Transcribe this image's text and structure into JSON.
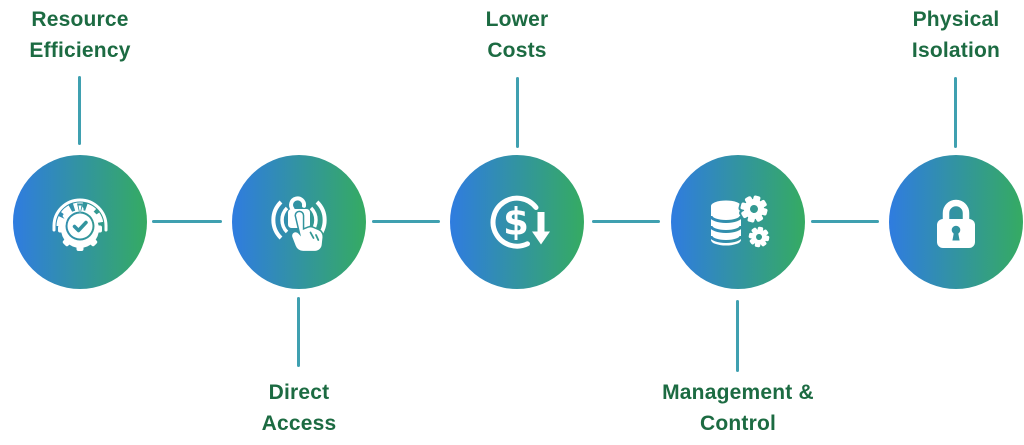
{
  "diagram": {
    "type": "benefits-flow",
    "background": "#ffffff",
    "colors": {
      "circle_gradient_start": "#2F7CE0",
      "circle_gradient_end": "#35AB62",
      "connector": "#3FA0B0",
      "label_text": "#1C6B42",
      "icon": "#FFFFFF"
    },
    "nodes": [
      {
        "id": "resource-efficiency",
        "label": "Resource\nEfficiency",
        "label_position": "top",
        "icon": "speedometer-gear-icon"
      },
      {
        "id": "direct-access",
        "label": "Direct\nAccess",
        "label_position": "bottom",
        "icon": "tap-hand-icon"
      },
      {
        "id": "lower-costs",
        "label": "Lower\nCosts",
        "label_position": "top",
        "icon": "dollar-cost-down-icon"
      },
      {
        "id": "management-control",
        "label": "Management &\nControl",
        "label_position": "bottom",
        "icon": "database-gears-icon"
      },
      {
        "id": "physical-isolation",
        "label": "Physical\nIsolation",
        "label_position": "top",
        "icon": "padlock-icon"
      }
    ]
  }
}
